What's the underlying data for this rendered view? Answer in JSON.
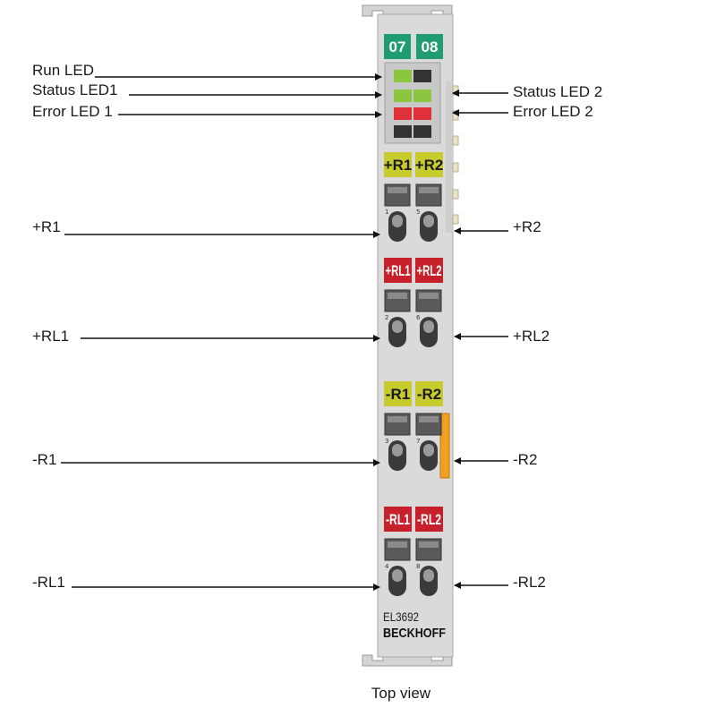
{
  "terminal": {
    "channel_left": "07",
    "channel_right": "08",
    "model": "EL3692",
    "brand": "BECKHOFF",
    "caption": "Top view"
  },
  "chips": [
    {
      "id": "plus-r1",
      "text": "+R1",
      "color": "#c7cb2c",
      "text_color": "#1a1a1a"
    },
    {
      "id": "plus-r2",
      "text": "+R2",
      "color": "#c7cb2c",
      "text_color": "#1a1a1a"
    },
    {
      "id": "plus-rl1",
      "text": "+RL1",
      "color": "#c8202a",
      "text_color": "#ffffff"
    },
    {
      "id": "plus-rl2",
      "text": "+RL2",
      "color": "#c8202a",
      "text_color": "#ffffff"
    },
    {
      "id": "minus-r1",
      "text": "-R1",
      "color": "#c7cb2c",
      "text_color": "#1a1a1a"
    },
    {
      "id": "minus-r2",
      "text": "-R2",
      "color": "#c7cb2c",
      "text_color": "#1a1a1a"
    },
    {
      "id": "minus-rl1",
      "text": "-RL1",
      "color": "#c8202a",
      "text_color": "#ffffff"
    },
    {
      "id": "minus-rl2",
      "text": "-RL2",
      "color": "#c8202a",
      "text_color": "#ffffff"
    }
  ],
  "contact_numbers": [
    "1",
    "5",
    "2",
    "6",
    "3",
    "7",
    "4",
    "8"
  ],
  "labels": {
    "run_led": "Run LED",
    "status_led1": "Status LED1",
    "error_led1": "Error LED 1",
    "status_led2": "Status LED 2",
    "error_led2": "Error LED 2",
    "plus_r1": "+R1",
    "plus_r2": "+R2",
    "plus_rl1": "+RL1",
    "plus_rl2": "+RL2",
    "minus_r1": "-R1",
    "minus_r2": "-R2",
    "minus_rl1": "-RL1",
    "minus_rl2": "-RL2"
  },
  "colors": {
    "housing": "#dadada",
    "channel_green": "#1f9c70",
    "led_green": "#8cc540",
    "led_red": "#e0303a",
    "led_dark": "#333333",
    "accent_orange": "#f0a020"
  }
}
